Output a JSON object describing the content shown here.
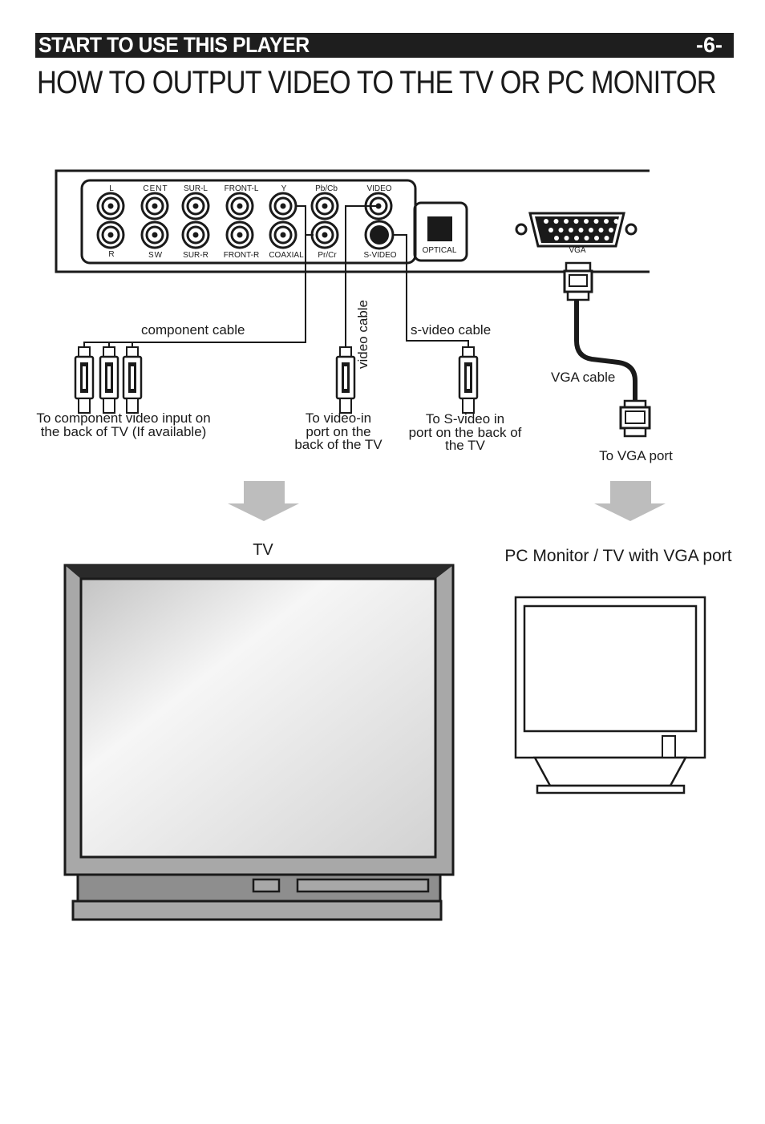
{
  "header": {
    "section_title": "START TO USE THIS PLAYER",
    "page_number": "-6-"
  },
  "page_heading": "HOW TO OUTPUT VIDEO TO THE TV OR PC MONITOR",
  "panel": {
    "jacks_top": [
      "L",
      "CENT",
      "SUR-L",
      "FRONT-L",
      "Y",
      "Pb/Cb",
      "VIDEO"
    ],
    "jacks_bottom": [
      "R",
      "SW",
      "SUR-R",
      "FRONT-R",
      "COAXIAL",
      "Pr/Cr",
      "S-VIDEO"
    ],
    "optical_label": "OPTICAL",
    "vga_label": "VGA"
  },
  "cables": {
    "component": "component cable",
    "video": "video cable",
    "svideo": "s-video cable",
    "vga": "VGA cable"
  },
  "destinations": {
    "component": [
      "To component video input on",
      "the back of TV (If available)"
    ],
    "video": [
      "To video-in",
      "port  on the",
      "back of the TV"
    ],
    "svideo": [
      "To S-video in",
      "port on the back of",
      "the TV"
    ],
    "vga": "To VGA port"
  },
  "devices": {
    "tv": "TV",
    "monitor": "PC Monitor / TV with VGA port"
  }
}
